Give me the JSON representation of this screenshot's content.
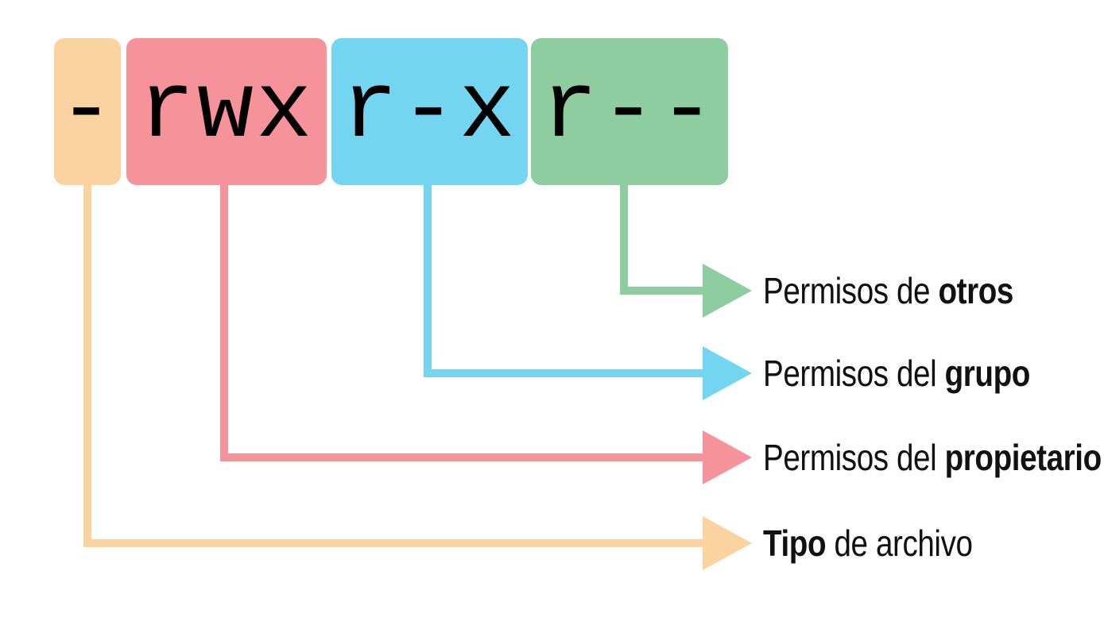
{
  "diagram": {
    "permission_string": "-rwxr-xr--",
    "text_color": "#111111",
    "segments": [
      {
        "key": "file-type",
        "chars": "-",
        "color": "#fbd3a0",
        "label": {
          "pre": "",
          "bold": "Tipo",
          "post": " de archivo"
        }
      },
      {
        "key": "owner",
        "chars": "rwx",
        "color": "#f6929a",
        "label": {
          "pre": "Permisos del ",
          "bold": "propietario",
          "post": ""
        }
      },
      {
        "key": "group",
        "chars": "r-x",
        "color": "#73d5ef",
        "label": {
          "pre": "Permisos del ",
          "bold": "grupo",
          "post": ""
        }
      },
      {
        "key": "others",
        "chars": "r--",
        "color": "#8ecda0",
        "label": {
          "pre": "Permisos de ",
          "bold": "otros",
          "post": ""
        }
      }
    ]
  }
}
